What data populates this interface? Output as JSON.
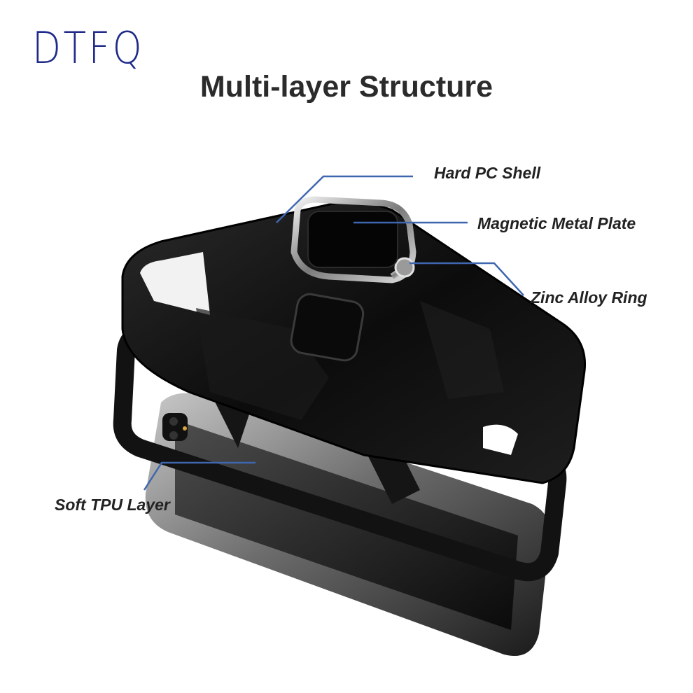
{
  "brand": {
    "logo_text": "DTFQ",
    "color": "#1f2a8a"
  },
  "title": "Multi-layer Structure",
  "callouts": {
    "hard_pc_shell": "Hard PC Shell",
    "magnetic_metal_plate": "Magnetic Metal Plate",
    "zinc_alloy_ring": "Zinc Alloy Ring",
    "soft_tpu_layer": "Soft TPU Layer"
  },
  "colors": {
    "leader_line": "#3f67b0",
    "case": "#111111",
    "phone": "#8a8a8a"
  }
}
